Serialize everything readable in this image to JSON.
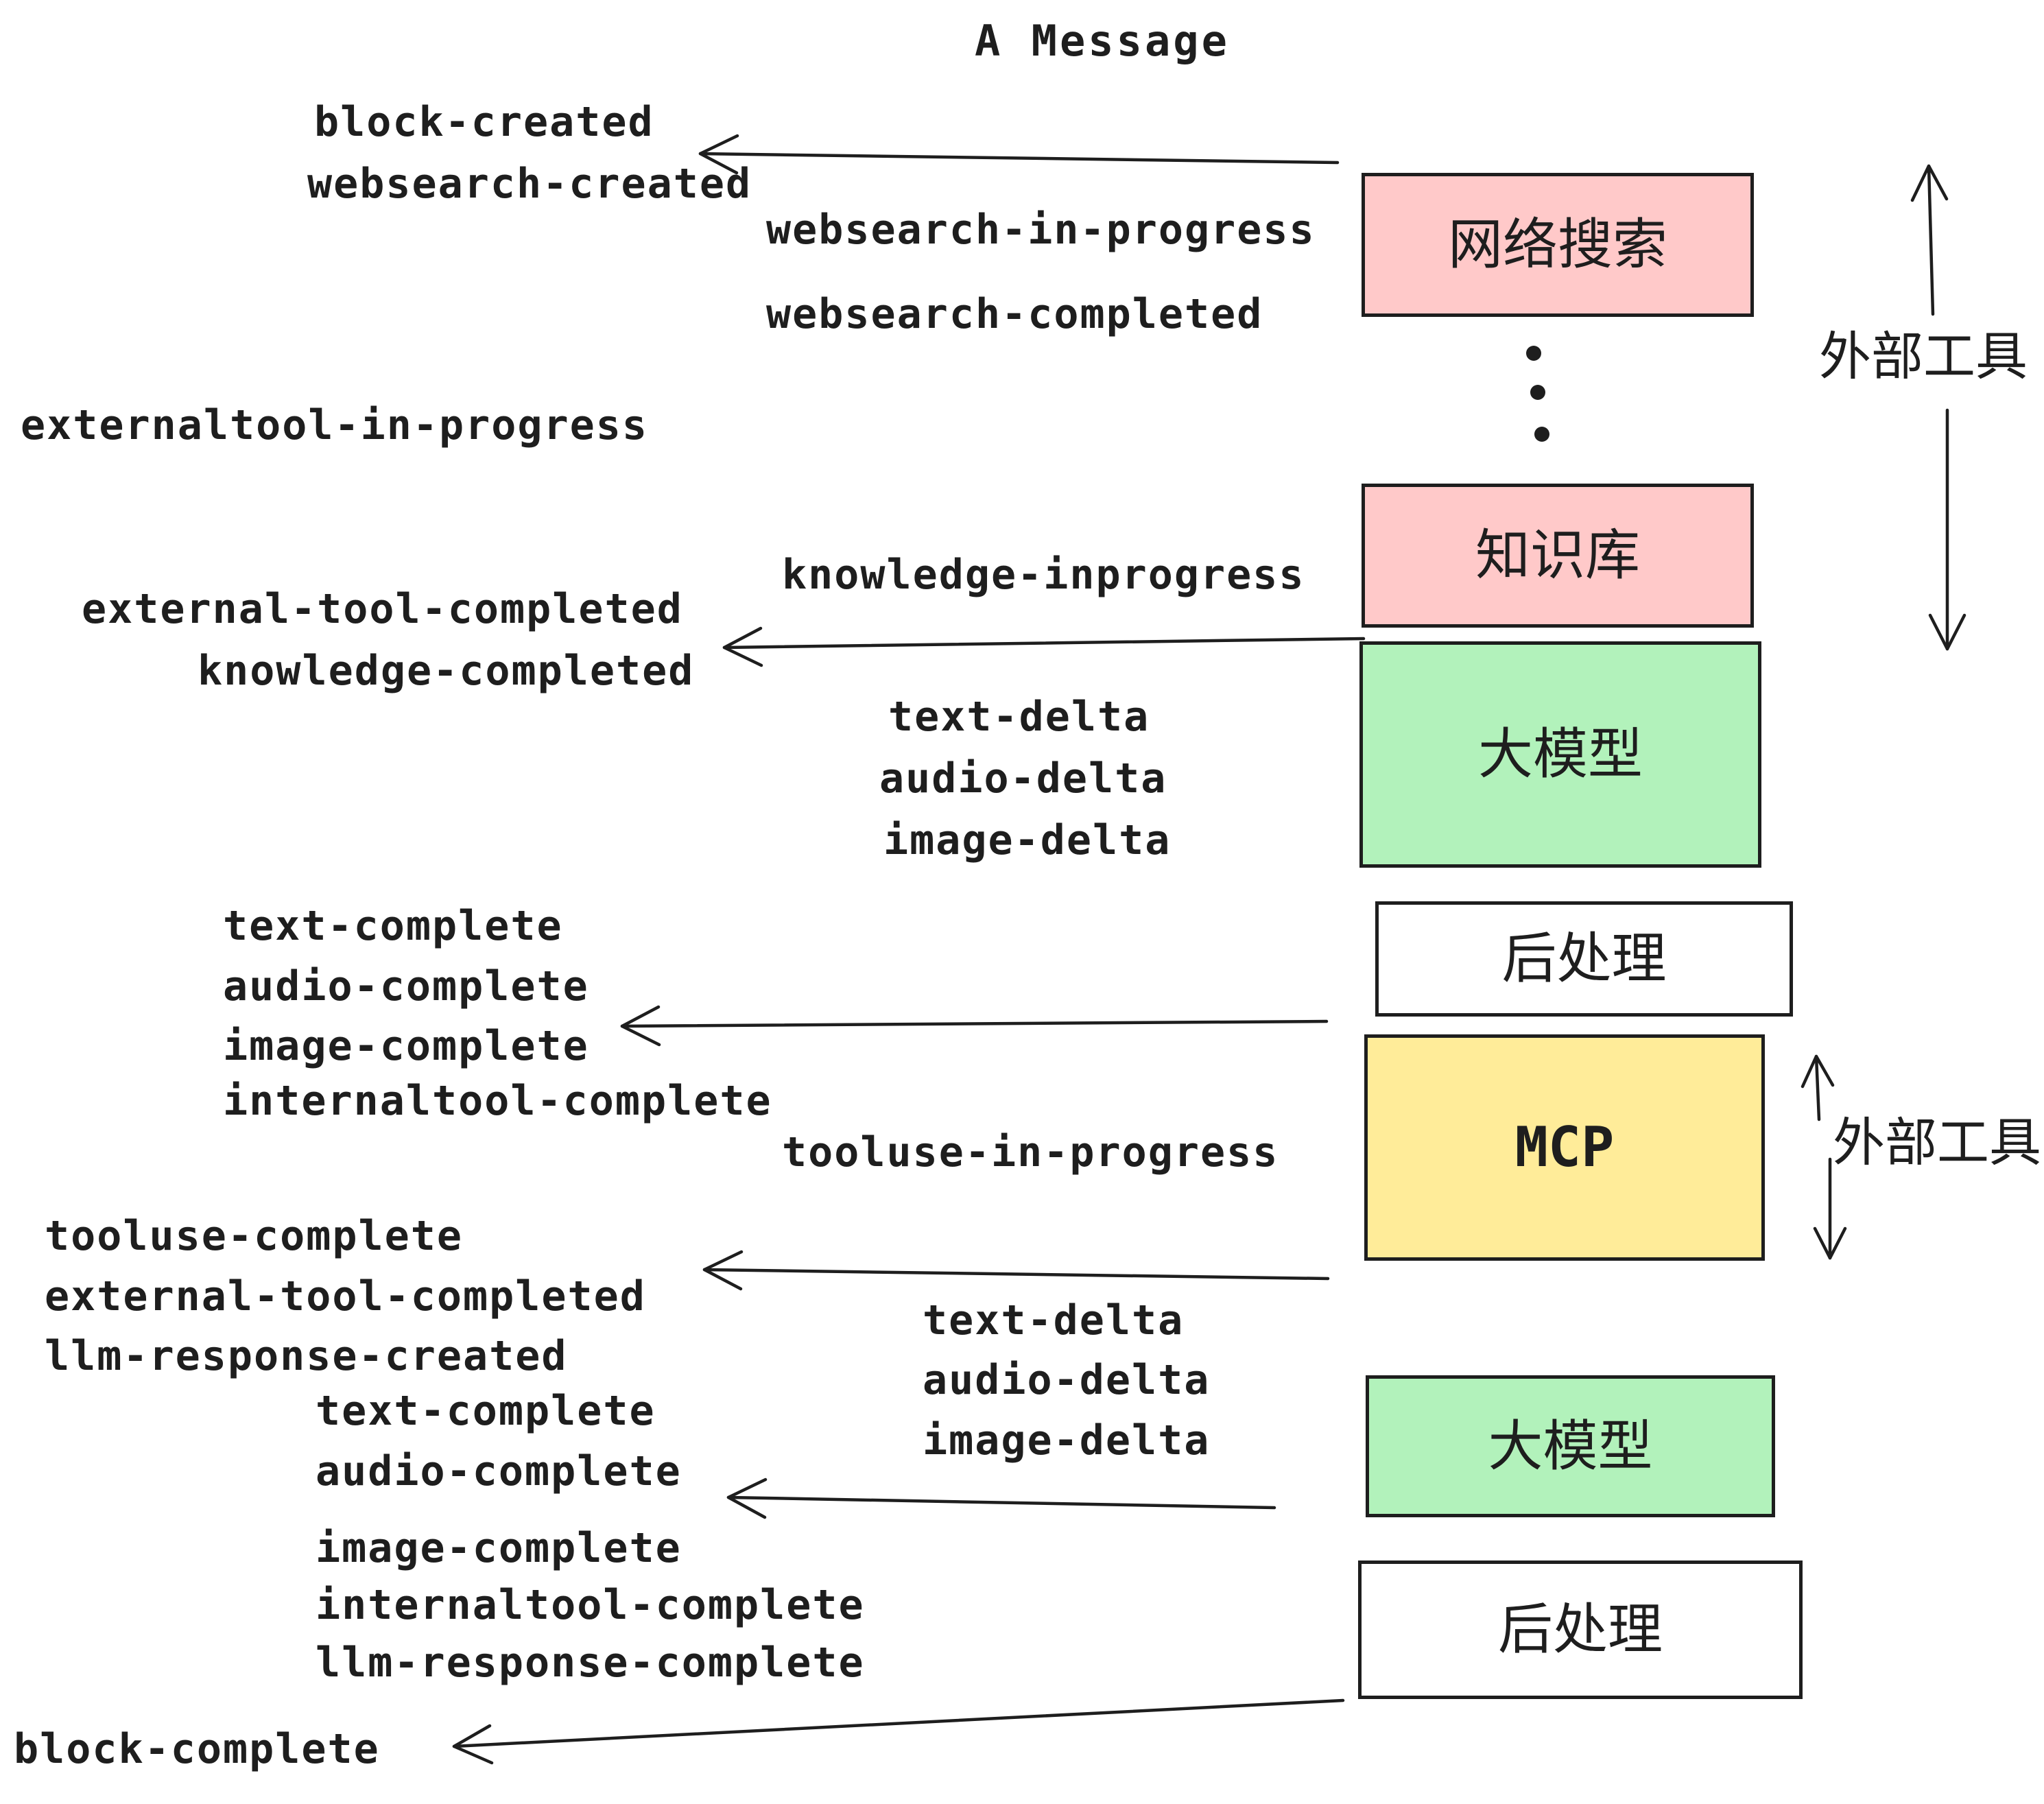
{
  "title": "A Message",
  "colors": {
    "pink": "#ffc9c9",
    "green": "#b2f2bb",
    "yellow": "#ffec99",
    "white": "#ffffff",
    "stroke": "#1e1e1e"
  },
  "boxes": [
    {
      "id": "websearch",
      "label": "网络搜索",
      "color": "pink"
    },
    {
      "id": "knowledge",
      "label": "知识库",
      "color": "pink"
    },
    {
      "id": "llm-1",
      "label": "大模型",
      "color": "green"
    },
    {
      "id": "postprocess-1",
      "label": "后处理",
      "color": "white"
    },
    {
      "id": "mcp",
      "label": "MCP",
      "color": "yellow"
    },
    {
      "id": "llm-2",
      "label": "大模型",
      "color": "green"
    },
    {
      "id": "postprocess-2",
      "label": "后处理",
      "color": "white"
    }
  ],
  "side_labels": [
    {
      "label": "外部工具"
    },
    {
      "label": "外部工具"
    }
  ],
  "events": [
    {
      "text": "block-created"
    },
    {
      "text": "websearch-created"
    },
    {
      "text": "websearch-in-progress"
    },
    {
      "text": "websearch-completed"
    },
    {
      "text": "externaltool-in-progress"
    },
    {
      "text": "knowledge-inprogress"
    },
    {
      "text": "external-tool-completed"
    },
    {
      "text": "knowledge-completed"
    },
    {
      "text": "text-delta"
    },
    {
      "text": "audio-delta"
    },
    {
      "text": "image-delta"
    },
    {
      "text": "text-complete"
    },
    {
      "text": "audio-complete"
    },
    {
      "text": "image-complete"
    },
    {
      "text": "internaltool-complete"
    },
    {
      "text": "tooluse-in-progress"
    },
    {
      "text": "tooluse-complete"
    },
    {
      "text": "external-tool-completed"
    },
    {
      "text": "llm-response-created"
    },
    {
      "text": "text-delta"
    },
    {
      "text": "audio-delta"
    },
    {
      "text": "image-delta"
    },
    {
      "text": "text-complete"
    },
    {
      "text": "audio-complete"
    },
    {
      "text": "image-complete"
    },
    {
      "text": "internaltool-complete"
    },
    {
      "text": "llm-response-complete"
    },
    {
      "text": "block-complete"
    }
  ]
}
